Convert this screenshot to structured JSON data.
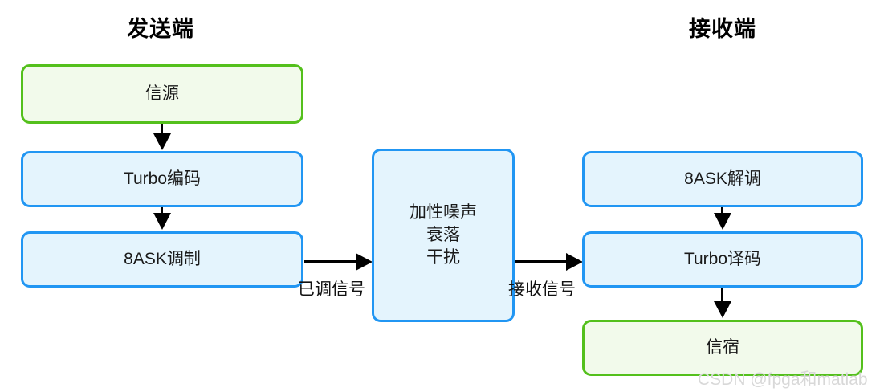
{
  "diagram": {
    "titles": {
      "transmitter": "发送端",
      "receiver": "接收端"
    },
    "nodes": {
      "source": "信源",
      "turbo_encode": "Turbo编码",
      "ask_modulate": "8ASK调制",
      "channel": "加性噪声\n衰落\n干扰",
      "ask_demodulate": "8ASK解调",
      "turbo_decode": "Turbo译码",
      "sink": "信宿"
    },
    "edge_labels": {
      "modulated_signal": "已调信号",
      "received_signal": "接收信号"
    },
    "watermark": "CSDN @fpga和matlab",
    "colors": {
      "blue_border": "#2196f3",
      "blue_fill": "#e4f4fd",
      "green_border": "#54c01c",
      "green_fill": "#f2faeb",
      "arrow": "#000000",
      "watermark": "#d8d8d8"
    }
  }
}
